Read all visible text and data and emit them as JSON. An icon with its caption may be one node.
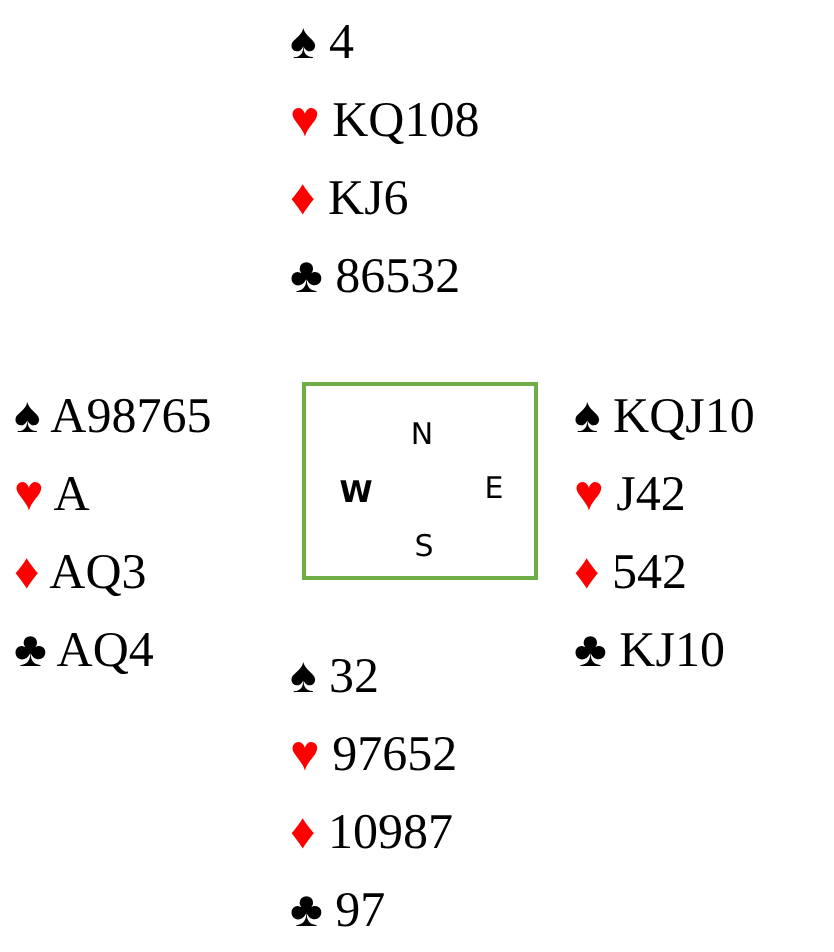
{
  "diagram": {
    "nodes": [
      {
        "text": [
          "N",
          "**W**",
          "E",
          "S"
        ]
      }
    ],
    "labels": [
      "♠ 4",
      "♥ KQ108",
      "♦ KJ6",
      "♣ 86532",
      "♠ A98765",
      "♥ A",
      "♦ AQ3",
      "♣ AQ4",
      "♠ KQJ10",
      "♥ J42",
      "♦ 542",
      "♣ KJ10",
      "♠ 32",
      "♥ 97652",
      "♦ 10987",
      "♣ 97"
    ]
  }
}
